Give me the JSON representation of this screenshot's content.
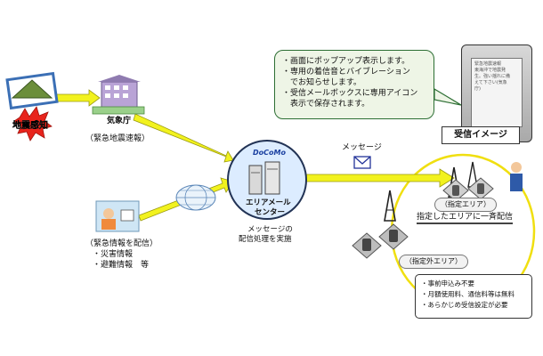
{
  "alert": {
    "quake_label": "地震感知",
    "jma_label": "気象庁",
    "eew_caption": "（緊急地震速報）"
  },
  "distribute": {
    "caption": "（緊急情報を配信）",
    "items": [
      "・災害情報",
      "・避難情報　等"
    ]
  },
  "center": {
    "logo": "DoCoMo",
    "name_line1": "エリアメール",
    "name_line2": "センター",
    "desc_line1": "メッセージの",
    "desc_line2": "配信処理を実施"
  },
  "message_label": "メッセージ",
  "callout": {
    "lines": [
      "・画面にポップアップ表示します。",
      "・専用の着信音とバイブレーション",
      "　でお知らせします。",
      "・受信メールボックスに専用アイコン",
      "　表示で保存されます。"
    ]
  },
  "phone": {
    "screen_lines": [
      "緊急地震速報",
      "東海沖で地震発",
      "生。強い揺れに備",
      "えて下さい(気象",
      "庁)"
    ]
  },
  "receive_label": "受信イメージ",
  "areas": {
    "designated": "（指定エリア）",
    "broadcast": "指定したエリアに一斉配信",
    "outside": "（指定外エリア）"
  },
  "notes": [
    "・事前申込み不要",
    "・月額使用料、通信料等は無料",
    "・あらかじめ受信設定が必要"
  ],
  "colors": {
    "arrow": "#f2f21e",
    "arrow_outline": "#9a9a10",
    "area_circle": "#f0df10",
    "burst": "#e8241c",
    "callout_border": "#2c6e33"
  }
}
